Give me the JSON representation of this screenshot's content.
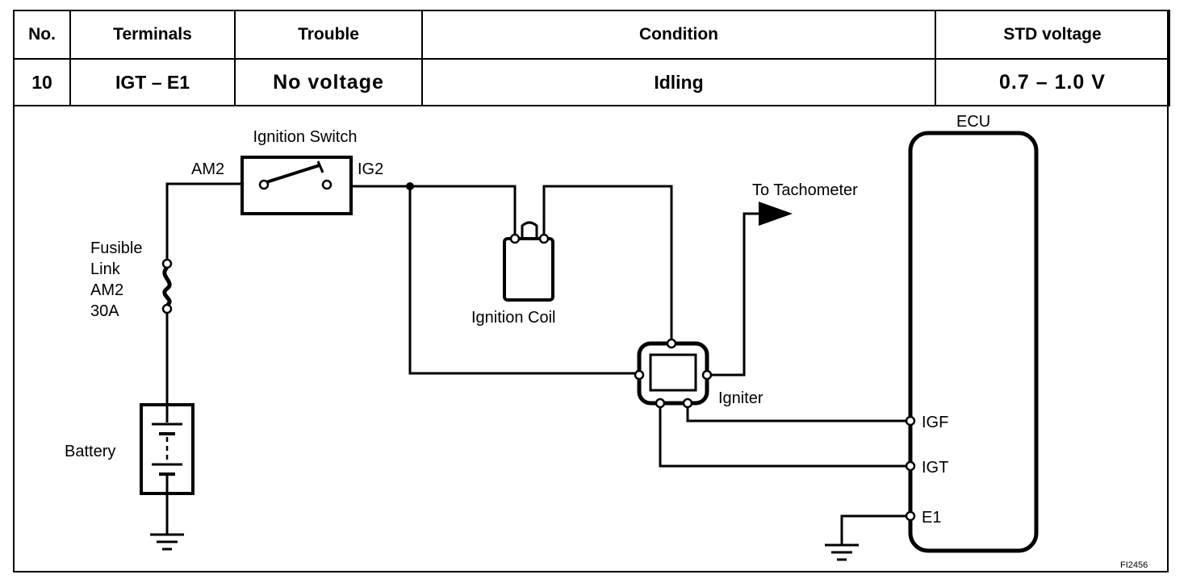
{
  "table": {
    "headers": {
      "no": "No.",
      "terminals": "Terminals",
      "trouble": "Trouble",
      "condition": "Condition",
      "std_voltage": "STD voltage"
    },
    "row": {
      "no": "10",
      "terminals": "IGT – E1",
      "trouble": "No voltage",
      "condition": "Idling",
      "std_voltage": "0.7 – 1.0 V"
    }
  },
  "diagram": {
    "ignition_switch": "Ignition Switch",
    "am2": "AM2",
    "ig2": "IG2",
    "fusible_link": [
      "Fusible",
      "Link",
      "AM2",
      "30A"
    ],
    "battery": "Battery",
    "ignition_coil": "Ignition Coil",
    "to_tachometer": "To Tachometer",
    "igniter": "Igniter",
    "ecu": "ECU",
    "ecu_terminals": {
      "igf": "IGF",
      "igt": "IGT",
      "e1": "E1"
    },
    "figure_id": "FI2456"
  }
}
